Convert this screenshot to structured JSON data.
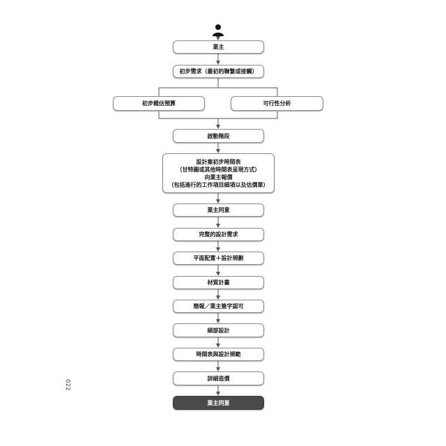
{
  "steps": {
    "owner": "業主",
    "initial_request": "初步需求（最初的聯繫或接觸）",
    "initial_budget": "初步概估預算",
    "feasibility": "可行性分析",
    "kickoff": "啟動階段",
    "schedule_title": "設計案初步時間表",
    "schedule_sub": "（甘特圖或其他時間表呈現方式）",
    "quote_title": "向業主報價",
    "quote_sub": "（包括進行的工作項目細項以及估價單）",
    "owner_agree_1": "業主同意",
    "full_requirements": "完整的設計需求",
    "layout_planning": "平面配置＋設計規劃",
    "material_plan": "材質計畫",
    "presentation_signoff": "簡報／業主簽字認可",
    "detail_design": "細部設計",
    "schedule_spec": "時間表與設計規範",
    "detailed_costing": "詳細造價",
    "owner_agree_final": "業主同意"
  },
  "page_number": "022",
  "icons": {
    "person": "person-icon"
  },
  "colors": {
    "box_border": "#8a8a8a",
    "final_box_fill": "#4a4a4a",
    "connector": "#555555"
  }
}
